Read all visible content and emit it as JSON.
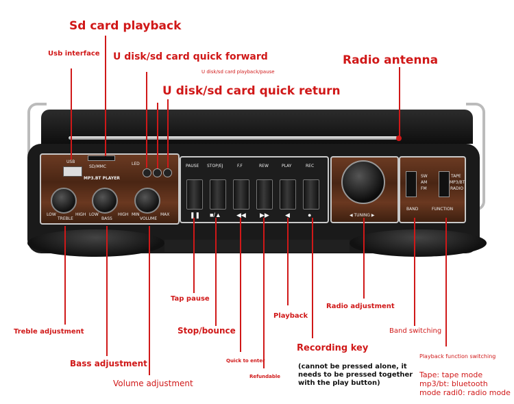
{
  "annotations": {
    "sd_card_playback": "Sd card playback",
    "usb_interface": "Usb interface",
    "quick_forward": "U disk/sd card quick forward",
    "playback_pause": "U disk/sd card playback/pause",
    "quick_return": "U disk/sd card quick return",
    "radio_antenna": "Radio antenna",
    "tap_pause": "Tap pause",
    "radio_adjustment": "Radio adjustment",
    "playback": "Playback",
    "treble_adjustment": "Treble adjustment",
    "stop_bounce": "Stop/bounce",
    "band_switching": "Band switching",
    "recording_key": "Recording key",
    "recording_note": [
      "(cannot be pressed alone, it",
      "needs to be pressed together",
      "with the play button)"
    ],
    "quick_to_enter": "Quick to enter",
    "refundable": "Refundable",
    "bass_adjustment": "Bass adjustment",
    "playback_function_switching": "Playback function switching",
    "volume_adjustment": "Volume adjustment",
    "tape_notes": [
      "Tape: tape mode",
      "mp3/bt: bluetooth",
      "mode radi0: radio mode"
    ]
  },
  "device": {
    "usb": "USB",
    "sdmmc": "SD/MMC",
    "led": "LED",
    "player": "MP3.BT PLAYER",
    "knobs": [
      {
        "name": "TREBLE",
        "low": "LOW",
        "high": "HIGH"
      },
      {
        "name": "BASS",
        "low": "LOW",
        "high": "HIGH"
      },
      {
        "name": "VOLUME",
        "low": "MIN",
        "high": "MAX"
      }
    ],
    "keys": [
      "PAUSE",
      "STOP/EJ",
      "F.F",
      "REW",
      "PLAY",
      "REC"
    ],
    "key_symbols": [
      "❚❚",
      "■/▲",
      "◀◀",
      "▶▶",
      "◀",
      "●"
    ],
    "tuning": "◀ TUNING ▶",
    "band_options": [
      "SW",
      "AM",
      "FM"
    ],
    "function_options": [
      "TAPE",
      "MP3/BT",
      "RADIO"
    ],
    "band": "BAND",
    "function": "FUNCTION"
  },
  "colors": {
    "accent": "#d01818",
    "wood": "#5a2e18",
    "body": "#1a1a1a"
  }
}
